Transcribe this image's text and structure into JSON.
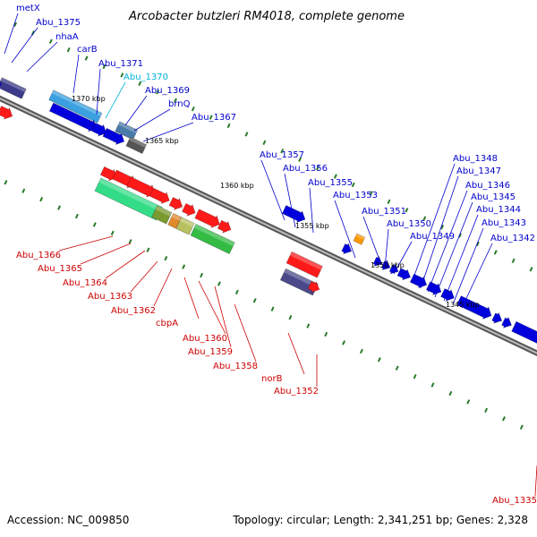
{
  "title": "Arcobacter butzleri RM4018, complete genome",
  "footer": {
    "accession": "Accession: NC_009850",
    "topology": "Topology: circular; Length: 2,341,251 bp; Genes: 2,328"
  },
  "colors": {
    "forward_label": "#0000cc",
    "reverse_label": "#cc0000",
    "highlight_label": "#00b4d8",
    "backbone": "#888888",
    "tick": "#2a7a2a"
  },
  "ticks": [
    {
      "label": "1370 kbp"
    },
    {
      "label": "1365 kbp"
    },
    {
      "label": "1360 kbp"
    },
    {
      "label": "1355 kbp"
    },
    {
      "label": "1350 kbp"
    },
    {
      "label": "1345 kbp"
    }
  ],
  "forward_labels": [
    {
      "text": "metX"
    },
    {
      "text": "Abu_1375"
    },
    {
      "text": "nhaA"
    },
    {
      "text": "carB"
    },
    {
      "text": "Abu_1371"
    },
    {
      "text": "Abu_1370",
      "highlight": true
    },
    {
      "text": "Abu_1369"
    },
    {
      "text": "brnQ"
    },
    {
      "text": "Abu_1367"
    },
    {
      "text": "Abu_1357"
    },
    {
      "text": "Abu_1356"
    },
    {
      "text": "Abu_1355"
    },
    {
      "text": "Abu_1353"
    },
    {
      "text": "Abu_1351"
    },
    {
      "text": "Abu_1350"
    },
    {
      "text": "Abu_1349"
    },
    {
      "text": "Abu_1348"
    },
    {
      "text": "Abu_1347"
    },
    {
      "text": "Abu_1346"
    },
    {
      "text": "Abu_1345"
    },
    {
      "text": "Abu_1344"
    },
    {
      "text": "Abu_1343"
    },
    {
      "text": "Abu_1342"
    }
  ],
  "reverse_labels": [
    {
      "text": "Abu_1366"
    },
    {
      "text": "Abu_1365"
    },
    {
      "text": "Abu_1364"
    },
    {
      "text": "Abu_1363"
    },
    {
      "text": "Abu_1362"
    },
    {
      "text": "cbpA"
    },
    {
      "text": "Abu_1360"
    },
    {
      "text": "Abu_1359"
    },
    {
      "text": "Abu_1358"
    },
    {
      "text": "norB"
    },
    {
      "text": "Abu_1352"
    },
    {
      "text": "Abu_1335"
    }
  ]
}
